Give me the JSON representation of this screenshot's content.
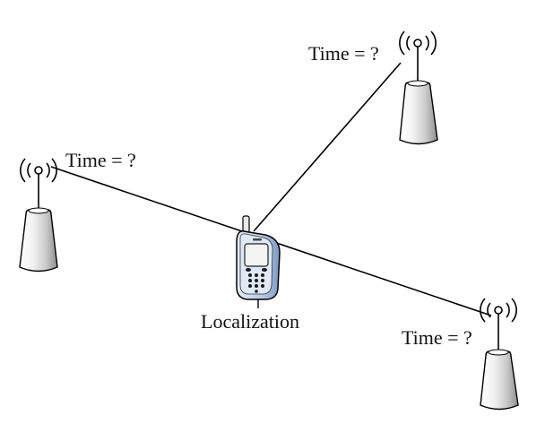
{
  "labels": {
    "tower_top_time": "Time = ?",
    "tower_left_time": "Time = ?",
    "tower_right_time": "Time = ?",
    "phone_caption": "Localization"
  },
  "colors": {
    "line": "#000000",
    "tower_light": "#f4f4f4",
    "tower_dark": "#8e8e8e",
    "phone_body": "#a9bfe0",
    "phone_screen": "#f0f0f0",
    "phone_keys": "#1a1a1a"
  },
  "icons": [
    "radio-tower-icon",
    "mobile-phone-icon",
    "signal-waves-icon"
  ]
}
